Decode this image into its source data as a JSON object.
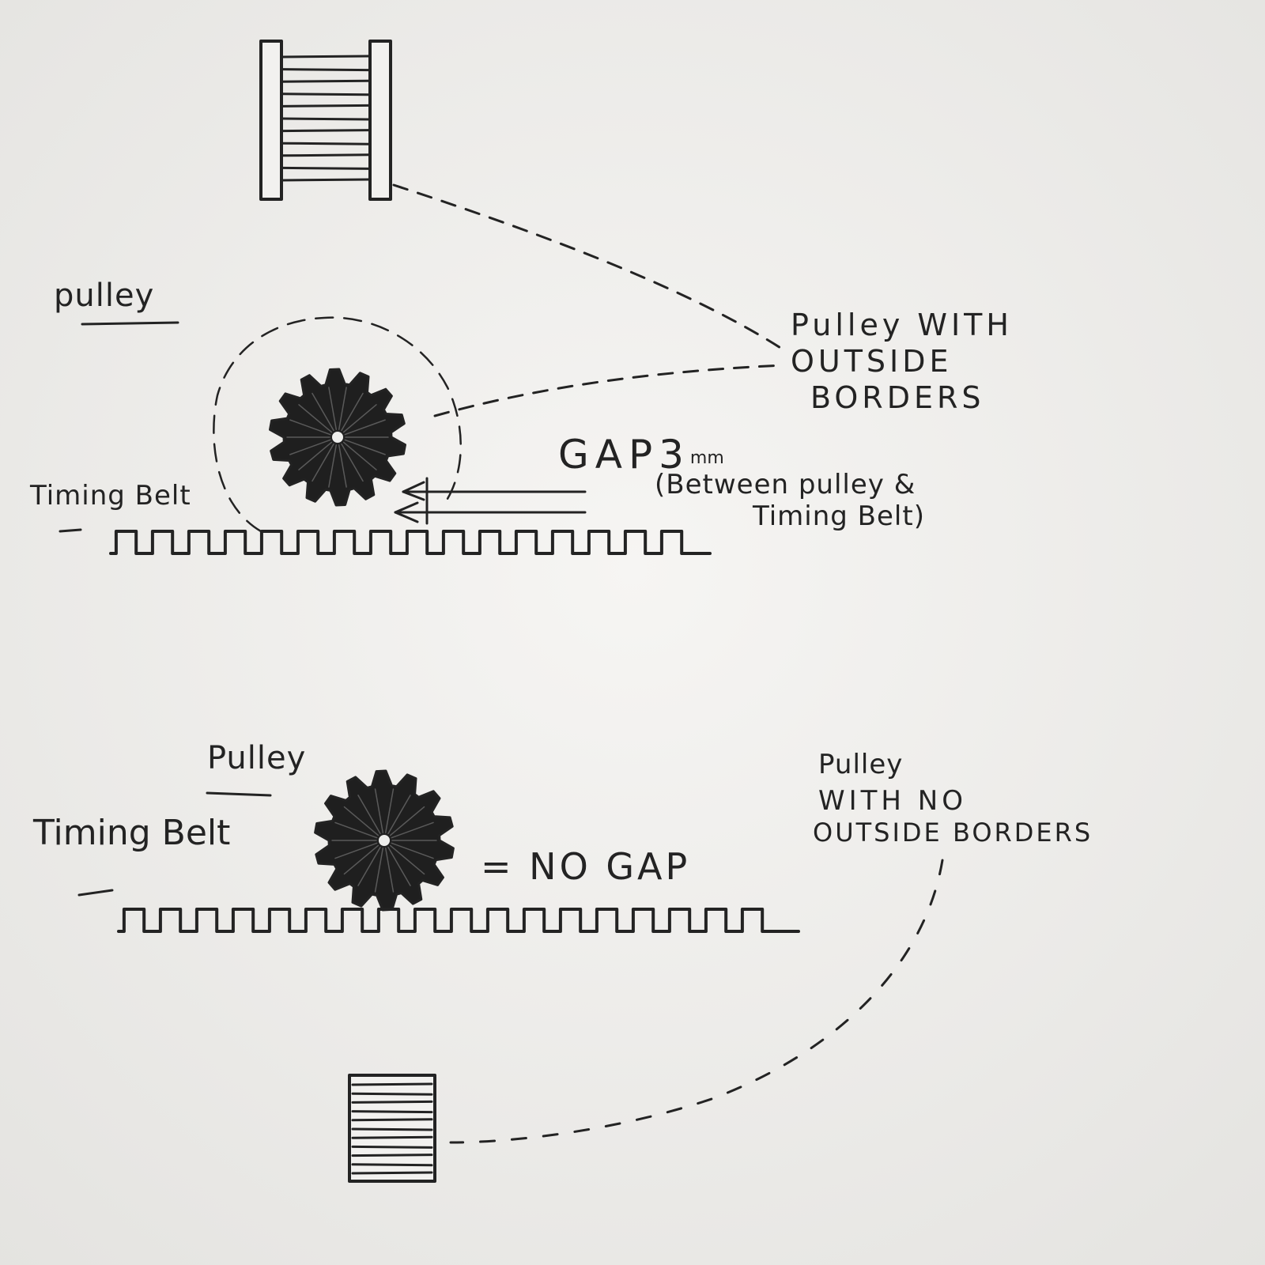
{
  "diagram": {
    "top": {
      "pulley_label": "pulley",
      "belt_label": "Timing Belt",
      "callout": [
        "Pulley WITH",
        "OUTSIDE",
        "BORDERS"
      ],
      "gap_title": "GAP",
      "gap_value": "3",
      "gap_unit": "mm",
      "gap_note_line1": "(Between pulley &",
      "gap_note_line2": "Timing Belt)"
    },
    "bottom": {
      "pulley_label": "Pulley",
      "belt_label": "Timing Belt",
      "no_gap": "= NO GAP",
      "callout": [
        "Pulley",
        "WITH NO",
        "OUTSIDE BORDERS"
      ]
    }
  },
  "colors": {
    "paper": "#f4f3f1",
    "ink": "#232323"
  }
}
